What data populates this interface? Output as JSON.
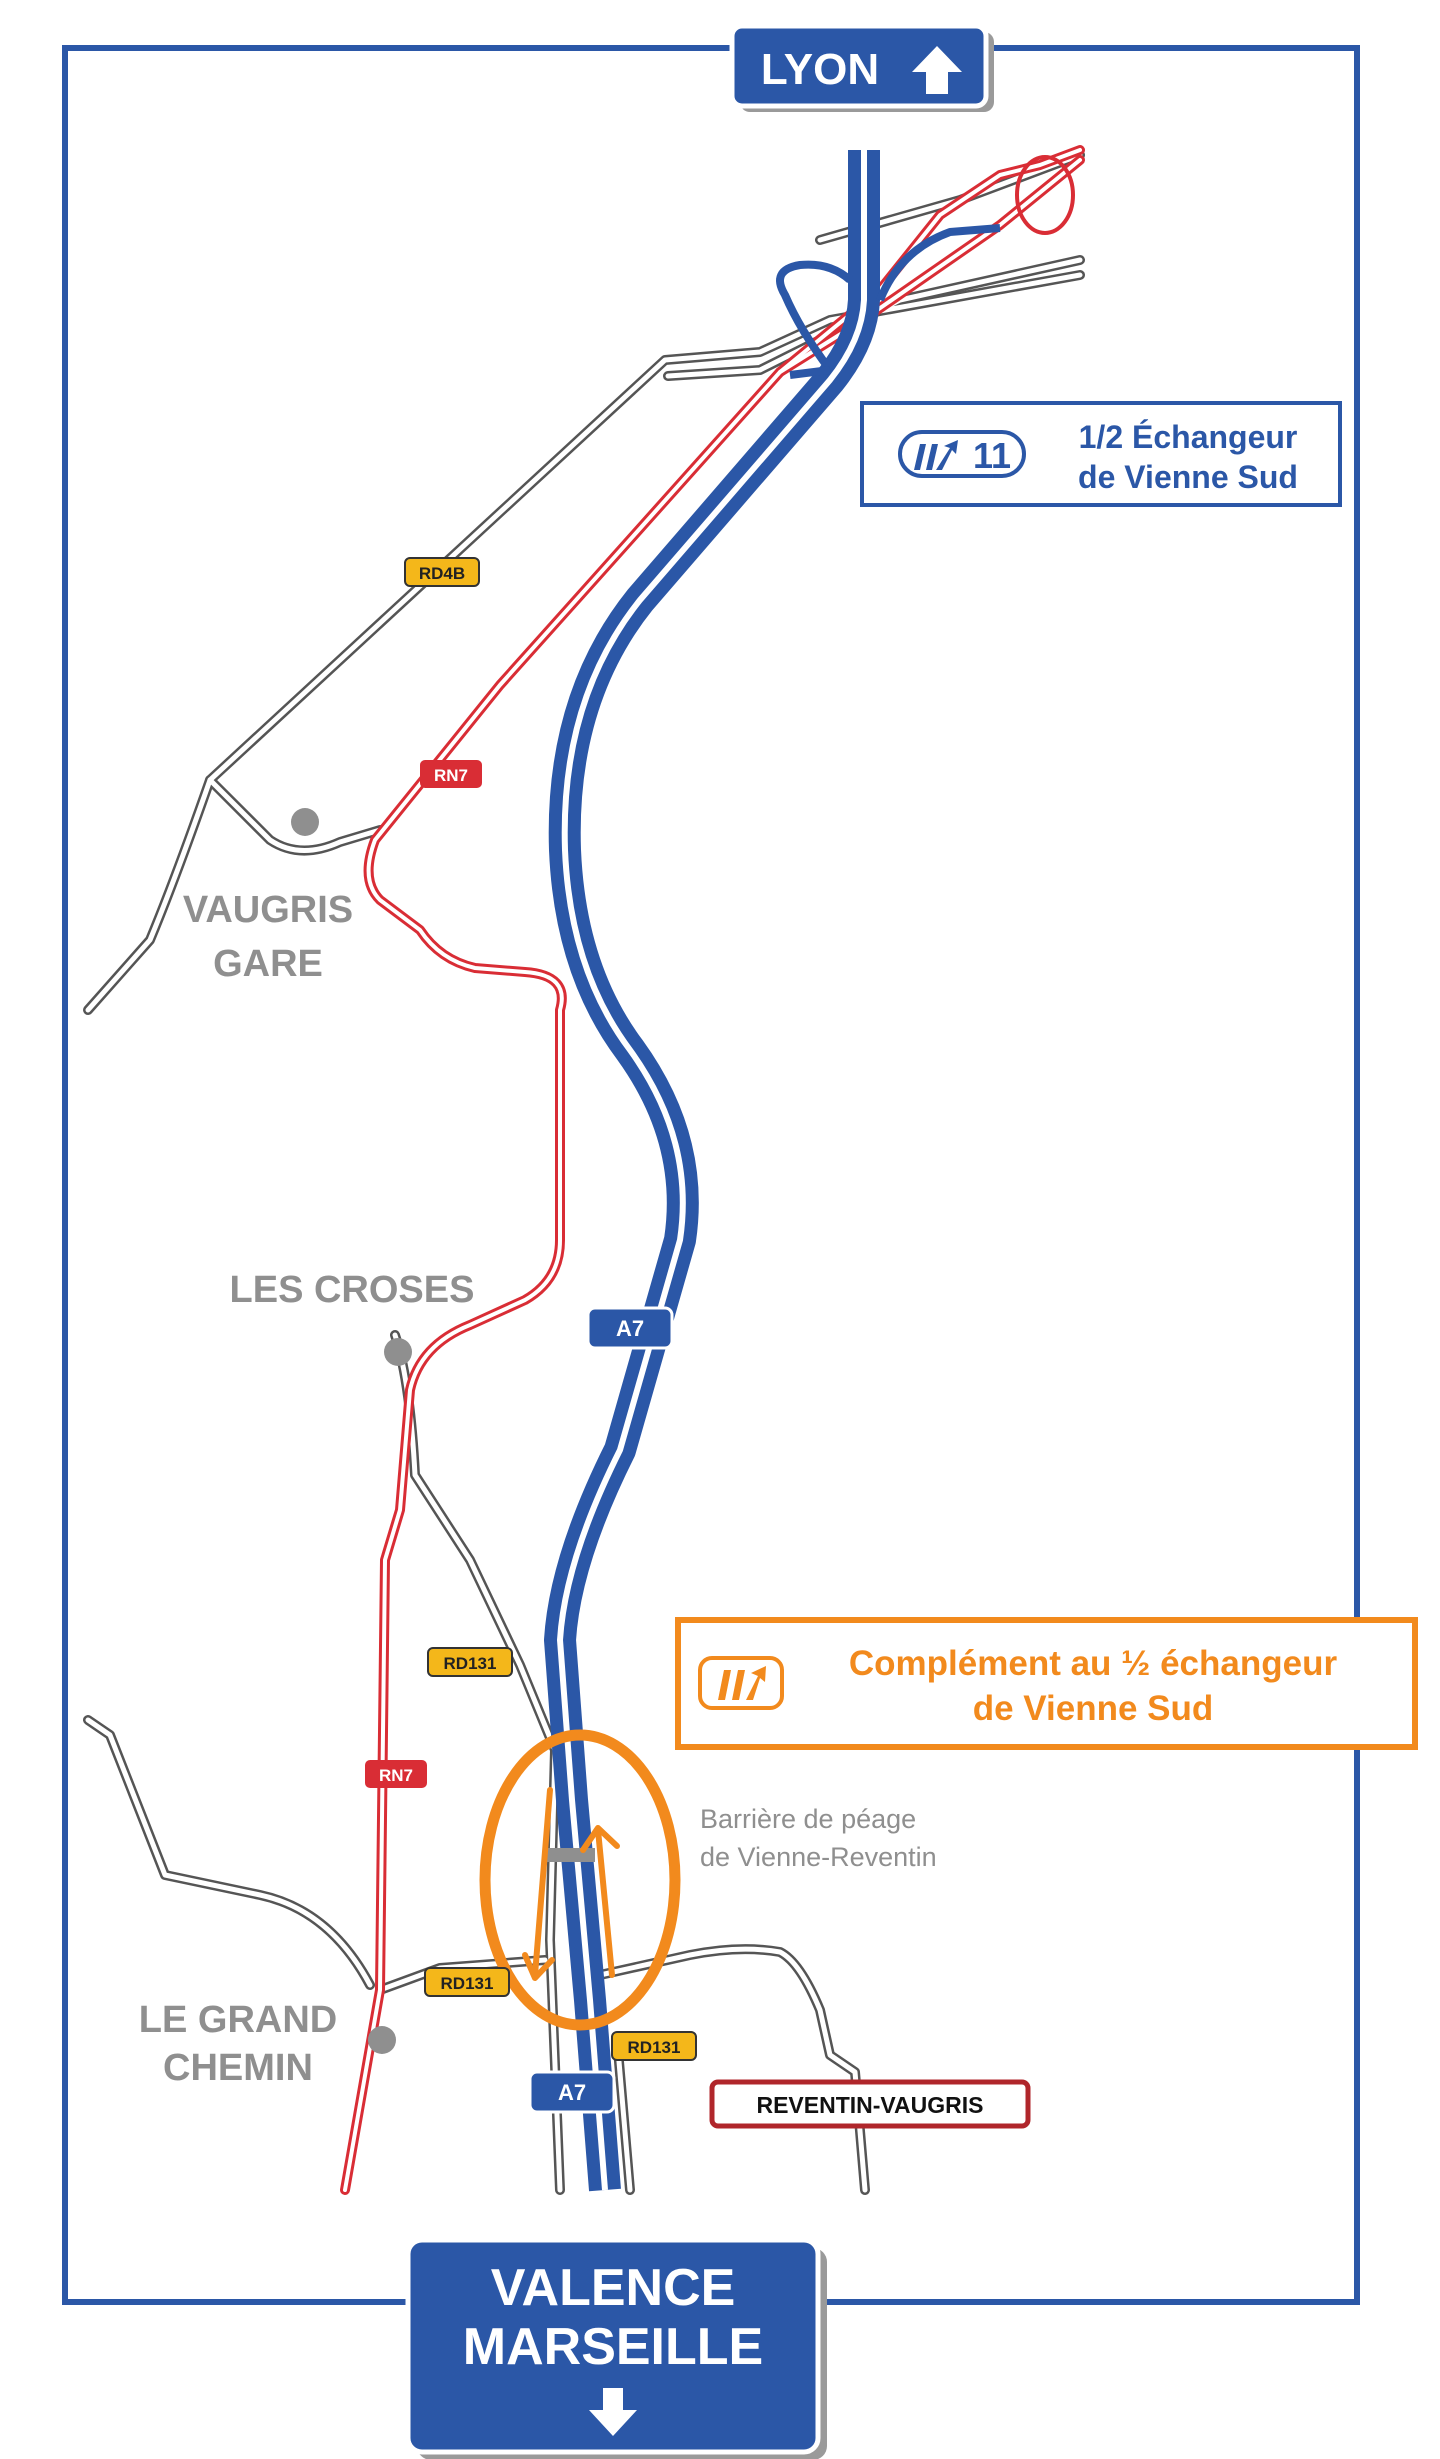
{
  "colors": {
    "motorway_blue": "#2b57a7",
    "national_red": "#d92d35",
    "departmental_yellow": "#f4b71a",
    "local_grey": "#555555",
    "town_grey": "#8f8f8f",
    "project_orange": "#f28a1d",
    "frame_blue": "#2b57a7"
  },
  "signs": {
    "north": {
      "text": "LYON",
      "arrow_icon": "arrow-up-icon"
    },
    "south": {
      "line1": "VALENCE",
      "line2": "MARSEILLE",
      "arrow_icon": "arrow-down-icon"
    }
  },
  "interchanges": {
    "existing": {
      "number": "11",
      "line1": "1/2 Échangeur",
      "line2": "de Vienne Sud",
      "icon": "exit-ramp-icon"
    },
    "project": {
      "line1": "Complément au ½ échangeur",
      "line2": "de Vienne Sud",
      "icon": "exit-ramp-icon"
    }
  },
  "road_badges": {
    "rd4b": "RD4B",
    "rn7_north": "RN7",
    "rn7_south": "RN7",
    "a7_mid": "A7",
    "a7_south": "A7",
    "rd131_north": "RD131",
    "rd131_west": "RD131",
    "rd131_east": "RD131"
  },
  "places": {
    "vaugris_gare_1": "VAUGRIS",
    "vaugris_gare_2": "GARE",
    "les_croses": "LES CROSES",
    "le_grand_chemin_1": "LE GRAND",
    "le_grand_chemin_2": "CHEMIN",
    "reventin": "REVENTIN-VAUGRIS"
  },
  "toll": {
    "line1": "Barrière de péage",
    "line2": "de Vienne-Reventin"
  }
}
